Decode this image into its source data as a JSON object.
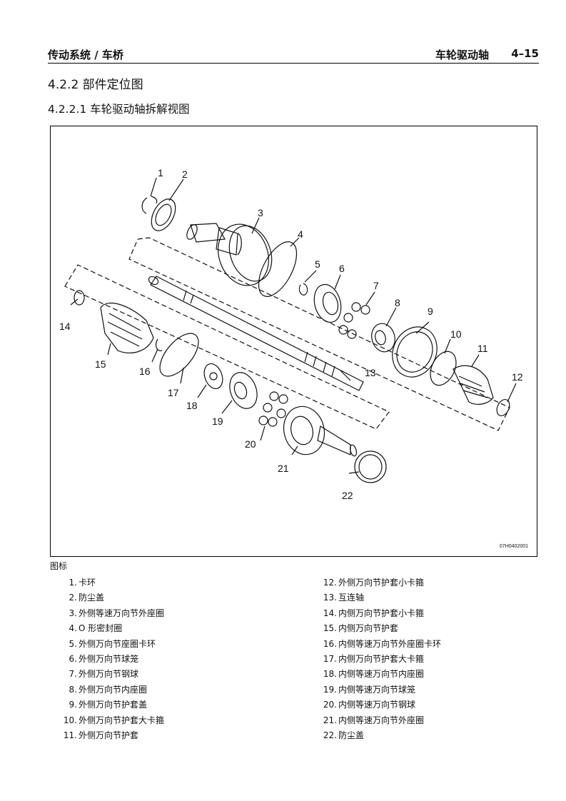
{
  "header": {
    "section": "传动系统 / 车桥",
    "title": "车轮驱动轴",
    "page": "4–15"
  },
  "heading_2": "4.2.2 部件定位图",
  "heading_3": "4.2.2.1 车轮驱动轴拆解视图",
  "figure": {
    "code": "07H0402001",
    "callouts": [
      "1",
      "2",
      "3",
      "4",
      "5",
      "6",
      "7",
      "8",
      "9",
      "10",
      "11",
      "12",
      "13",
      "14",
      "15",
      "16",
      "17",
      "18",
      "19",
      "20",
      "21",
      "22"
    ]
  },
  "legend": {
    "title": "图标",
    "items": [
      {
        "num": "1.",
        "text": "卡环"
      },
      {
        "num": "2.",
        "text": "防尘盖"
      },
      {
        "num": "3.",
        "text": "外侧等速万向节外座圈"
      },
      {
        "num": "4.",
        "text": "O 形密封圈"
      },
      {
        "num": "5.",
        "text": "外侧万向节座圈卡环"
      },
      {
        "num": "6.",
        "text": "外侧万向节球笼"
      },
      {
        "num": "7.",
        "text": "外侧万向节钢球"
      },
      {
        "num": "8.",
        "text": "外侧万向节内座圈"
      },
      {
        "num": "9.",
        "text": "外侧万向节护套盖"
      },
      {
        "num": "10.",
        "text": "外侧万向节护套大卡箍"
      },
      {
        "num": "11.",
        "text": "外侧万向节护套"
      },
      {
        "num": "12.",
        "text": "外侧万向节护套小卡箍"
      },
      {
        "num": "13.",
        "text": "互连轴"
      },
      {
        "num": "14.",
        "text": "内侧万向节护套小卡箍"
      },
      {
        "num": "15.",
        "text": "内侧万向节护套"
      },
      {
        "num": "16.",
        "text": "内侧等速万向节外座圈卡环"
      },
      {
        "num": "17.",
        "text": "内侧万向节护套大卡箍"
      },
      {
        "num": "18.",
        "text": "内侧等速万向节内座圈"
      },
      {
        "num": "19.",
        "text": "内侧等速万向节球笼"
      },
      {
        "num": "20.",
        "text": "内侧等速万向节钢球"
      },
      {
        "num": "21.",
        "text": "内侧等速万向节外座圈"
      },
      {
        "num": "22.",
        "text": "防尘盖"
      }
    ]
  }
}
